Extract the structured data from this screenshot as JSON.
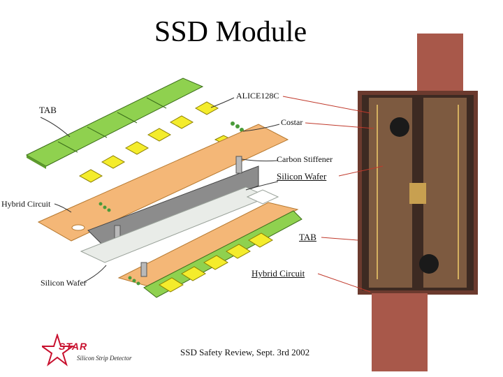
{
  "title": "SSD Module",
  "labels": {
    "tab_left": "TAB",
    "alice": "ALICE128C",
    "costar": "Costar",
    "carbon_stiffener": "Carbon Stiffener",
    "silicon_wafer_right": "Silicon Wafer",
    "hybrid_circuit_left": "Hybrid Circuit",
    "tab_right": "TAB",
    "hybrid_circuit_right": "Hybrid Circuit",
    "silicon_wafer_left": "Silicon Wafer"
  },
  "logo": {
    "name": "STAR",
    "subtitle": "Silicon Strip Detector"
  },
  "footer": "SSD Safety Review, Sept. 3rd 2002",
  "colors": {
    "tab_green": "#8fd14f",
    "chip_yellow": "#f4ec2c",
    "hybrid_orange": "#f4b777",
    "stiffener_gray": "#8c8c8c",
    "wafer_light": "#e9ece8",
    "photo_copper": "#a8584a",
    "leader_red": "#c0392b",
    "star_red": "#c8102e"
  }
}
